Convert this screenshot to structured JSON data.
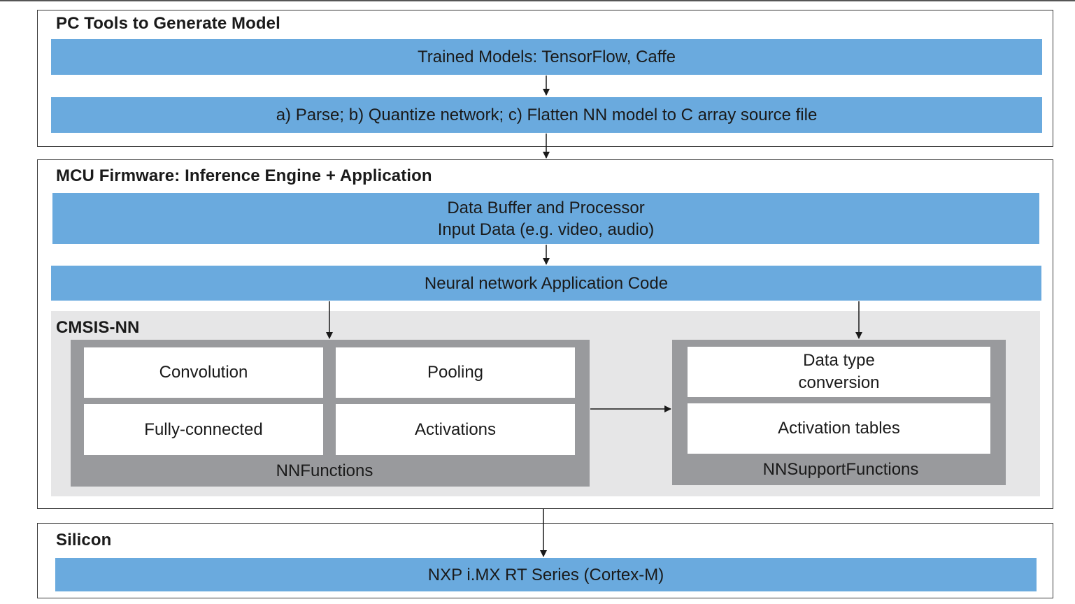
{
  "pc_tools": {
    "title": "PC Tools to Generate Model",
    "trained_models": "Trained Models: TensorFlow, Caffe",
    "steps": "a) Parse; b) Quantize network; c) Flatten NN model to C array source file"
  },
  "mcu_firmware": {
    "title": "MCU Firmware: Inference Engine + Application",
    "data_buffer_line1": "Data Buffer and Processor",
    "data_buffer_line2": "Input Data (e.g. video, audio)",
    "app_code": "Neural network Application Code",
    "cmsis_nn": {
      "title": "CMSIS-NN",
      "nn_functions": {
        "label": "NNFunctions",
        "cells": [
          "Convolution",
          "Pooling",
          "Fully-connected",
          "Activations"
        ]
      },
      "nn_support_functions": {
        "label": "NNSupportFunctions",
        "data_type_line1": "Data type",
        "data_type_line2": "conversion",
        "activation_tables": "Activation tables"
      }
    }
  },
  "silicon": {
    "title": "Silicon",
    "chip": "NXP i.MX RT Series (Cortex-M)"
  },
  "colors": {
    "bar_blue": "#6aaade",
    "frame_gray": "#999a9d",
    "group_bg": "#e6e6e7",
    "border": "#3a3a3a"
  }
}
